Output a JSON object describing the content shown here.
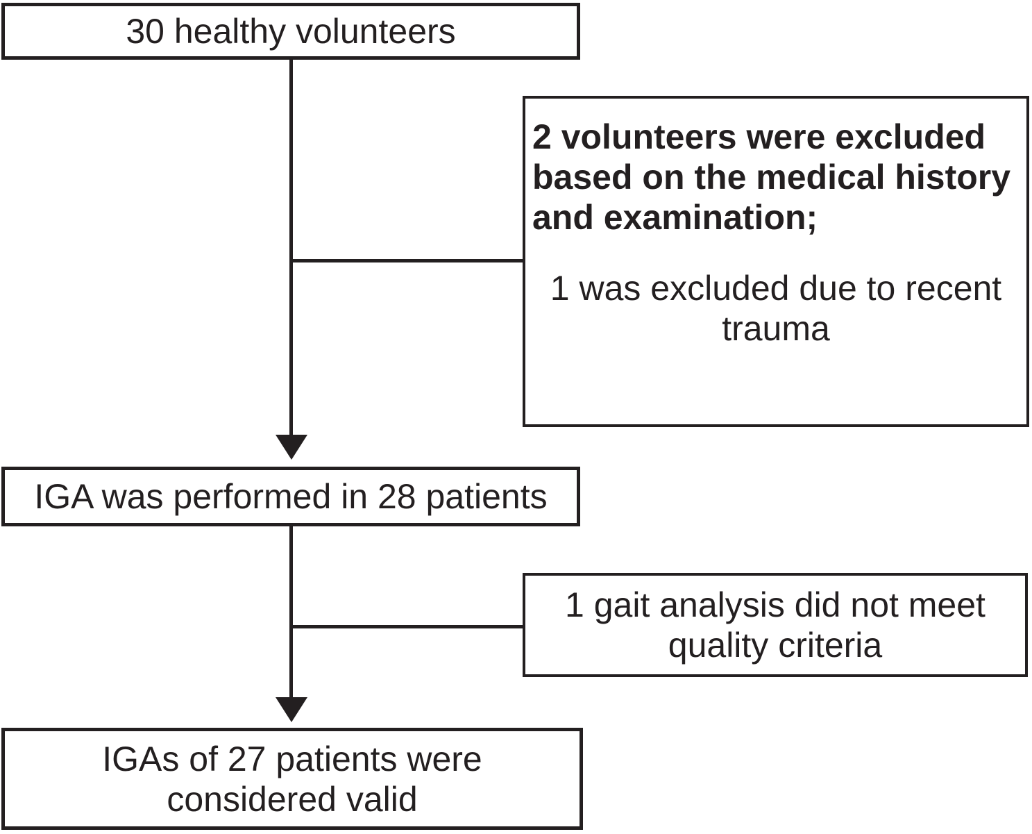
{
  "colors": {
    "ink": "#231f20",
    "background": "#ffffff"
  },
  "flowchart": {
    "top_box": {
      "text": "30 healthy volunteers"
    },
    "exclusion_box_1": {
      "bold_lines": [
        "2 volunteers were excluded",
        "based on the medical history",
        "and examination;"
      ],
      "note_lines": [
        "1 was excluded due to recent",
        "trauma"
      ]
    },
    "iga_box": {
      "text": "IGA was performed in 28 patients"
    },
    "exclusion_box_2": {
      "lines": [
        "1 gait analysis did not meet",
        "quality criteria"
      ]
    },
    "valid_box": {
      "lines": [
        "IGAs of 27 patients were",
        "considered valid"
      ]
    }
  }
}
